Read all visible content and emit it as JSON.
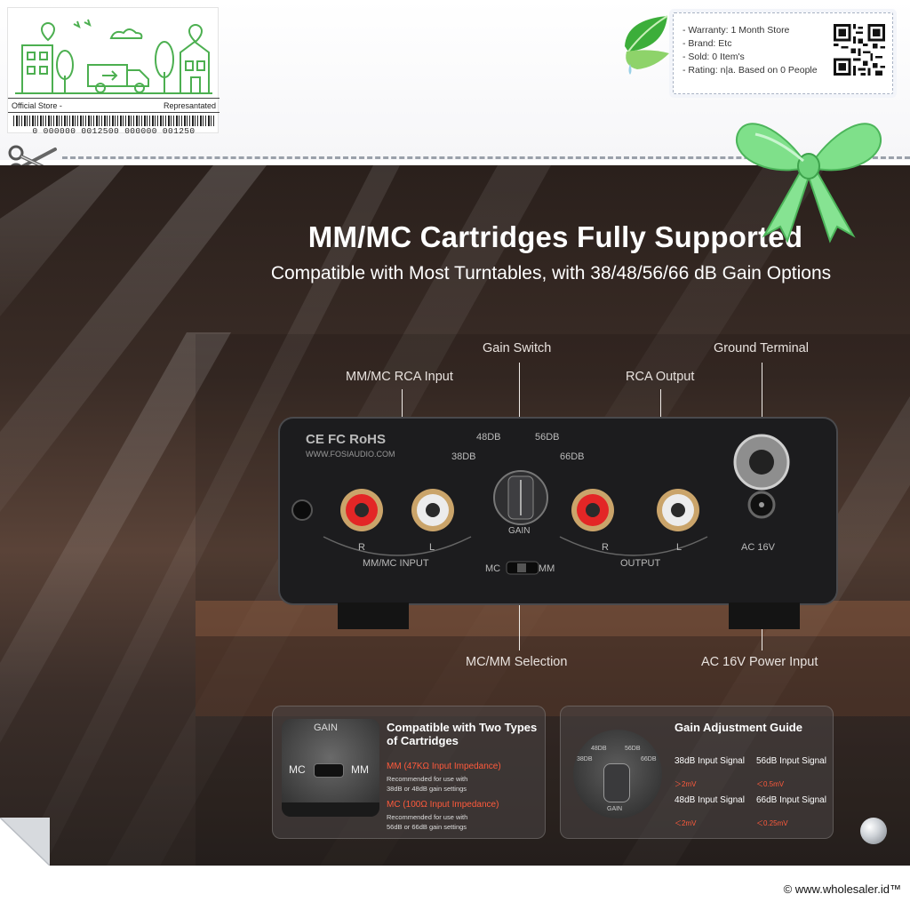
{
  "store_card": {
    "left_text": "Official Store -",
    "right_text": "Represantated",
    "barcode_digits": "0  000000  0012500  000000  001250"
  },
  "info_card": {
    "warranty": "- Warranty: 1 Month Store",
    "brand": "- Brand: Etc",
    "sold": "- Sold: 0 Item's",
    "rating": "- Rating: n|a. Based on 0 People"
  },
  "product": {
    "headline": "MM/MC Cartridges Fully Supported",
    "subhead": "Compatible with Most Turntables, with 38/48/56/66 dB Gain Options",
    "callouts": {
      "gain_switch": "Gain Switch",
      "ground_terminal": "Ground Terminal",
      "rca_input": "MM/MC RCA Input",
      "rca_output": "RCA Output",
      "mc_mm_selection": "MC/MM Selection",
      "power_input": "AC 16V Power Input"
    },
    "device": {
      "cert_marks": "CE FC RoHS",
      "website": "WWW.FOSIAUDIO.COM",
      "gain_38": "38DB",
      "gain_48": "48DB",
      "gain_56": "56DB",
      "gain_66": "66DB",
      "gain_label": "GAIN",
      "input_r": "R",
      "input_l": "L",
      "input_label": "MM/MC INPUT",
      "output_r": "R",
      "output_l": "L",
      "output_label": "OUTPUT",
      "ac_label": "AC 16V",
      "switch_mc": "MC",
      "switch_mm": "MM"
    },
    "feature_left": {
      "title": "Compatible with Two Types of Cartridges",
      "img_gain": "GAIN",
      "img_mc": "MC",
      "img_mm": "MM",
      "mm_heading": "MM (47KΩ Input Impedance)",
      "mm_note_1": "Recommended for use with",
      "mm_note_2": "38dB or 48dB gain settings",
      "mc_heading": "MC (100Ω Input Impedance)",
      "mc_note_1": "Recommended for use with",
      "mc_note_2": "56dB or 66dB gain settings"
    },
    "feature_right": {
      "title": "Gain Adjustment Guide",
      "dial_48": "48DB",
      "dial_56": "56DB",
      "dial_38": "38DB",
      "dial_66": "66DB",
      "dial_gain": "GAIN",
      "g38_label": "38dB Input Signal",
      "g38_value": "＞2mV",
      "g56_label": "56dB Input Signal",
      "g56_value": "＜0.5mV",
      "g48_label": "48dB Input Signal",
      "g48_value": "＜2mV",
      "g66_label": "66dB Input Signal",
      "g66_value": "＜0.25mV"
    }
  },
  "footer": {
    "copyright": "© www.wholesaler.id™"
  },
  "colors": {
    "accent_red": "#ff5a3c",
    "store_green": "#4caf50",
    "bow_green": "#7fe08a"
  }
}
